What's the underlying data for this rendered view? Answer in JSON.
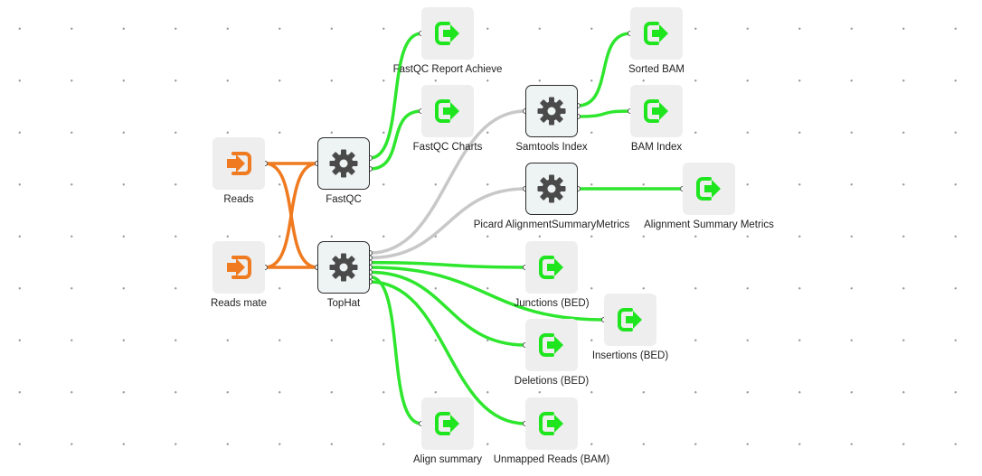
{
  "colors": {
    "input": "#ef7a1f",
    "output": "#1fe51f",
    "edge_input": "#ef7a1f",
    "edge_output": "#2ee62e",
    "edge_tool": "#c8c8c8",
    "tool_icon": "#4a4a4a"
  },
  "nodes": {
    "reads": {
      "label": "Reads",
      "kind": "input",
      "icon": "input-arrow-icon"
    },
    "reads_mate": {
      "label": "Reads mate",
      "kind": "input",
      "icon": "input-arrow-icon"
    },
    "fastqc": {
      "label": "FastQC",
      "kind": "tool",
      "icon": "gear-icon"
    },
    "tophat": {
      "label": "TopHat",
      "kind": "tool",
      "icon": "gear-icon"
    },
    "fastqc_report": {
      "label": "FastQC Report Achieve",
      "kind": "output",
      "icon": "output-arrow-icon"
    },
    "fastqc_charts": {
      "label": "FastQC Charts",
      "kind": "output",
      "icon": "output-arrow-icon"
    },
    "samtools_index": {
      "label": "Samtools Index",
      "kind": "tool",
      "icon": "gear-icon"
    },
    "picard": {
      "label": "Picard AlignmentSummaryMetrics",
      "kind": "tool",
      "icon": "gear-icon"
    },
    "sorted_bam": {
      "label": "Sorted BAM",
      "kind": "output",
      "icon": "output-arrow-icon"
    },
    "bam_index": {
      "label": "BAM Index",
      "kind": "output",
      "icon": "output-arrow-icon"
    },
    "alignment_metrics": {
      "label": "Alignment Summary Metrics",
      "kind": "output",
      "icon": "output-arrow-icon"
    },
    "junctions": {
      "label": "Junctions (BED)",
      "kind": "output",
      "icon": "output-arrow-icon"
    },
    "insertions": {
      "label": "Insertions (BED)",
      "kind": "output",
      "icon": "output-arrow-icon"
    },
    "deletions": {
      "label": "Deletions (BED)",
      "kind": "output",
      "icon": "output-arrow-icon"
    },
    "align_summary": {
      "label": "Align summary",
      "kind": "output",
      "icon": "output-arrow-icon"
    },
    "unmapped_reads": {
      "label": "Unmapped Reads (BAM)",
      "kind": "output",
      "icon": "output-arrow-icon"
    }
  },
  "edges": [
    {
      "from": "reads",
      "to": "fastqc",
      "kind": "input"
    },
    {
      "from": "reads",
      "to": "tophat",
      "kind": "input"
    },
    {
      "from": "reads_mate",
      "to": "fastqc",
      "kind": "input"
    },
    {
      "from": "reads_mate",
      "to": "tophat",
      "kind": "input"
    },
    {
      "from": "fastqc",
      "to": "fastqc_report",
      "kind": "output"
    },
    {
      "from": "fastqc",
      "to": "fastqc_charts",
      "kind": "output"
    },
    {
      "from": "tophat",
      "to": "samtools_index",
      "kind": "tool"
    },
    {
      "from": "tophat",
      "to": "picard",
      "kind": "tool"
    },
    {
      "from": "samtools_index",
      "to": "sorted_bam",
      "kind": "output"
    },
    {
      "from": "samtools_index",
      "to": "bam_index",
      "kind": "output"
    },
    {
      "from": "picard",
      "to": "alignment_metrics",
      "kind": "output"
    },
    {
      "from": "tophat",
      "to": "junctions",
      "kind": "output"
    },
    {
      "from": "tophat",
      "to": "insertions",
      "kind": "output"
    },
    {
      "from": "tophat",
      "to": "deletions",
      "kind": "output"
    },
    {
      "from": "tophat",
      "to": "align_summary",
      "kind": "output"
    },
    {
      "from": "tophat",
      "to": "unmapped_reads",
      "kind": "output"
    }
  ]
}
